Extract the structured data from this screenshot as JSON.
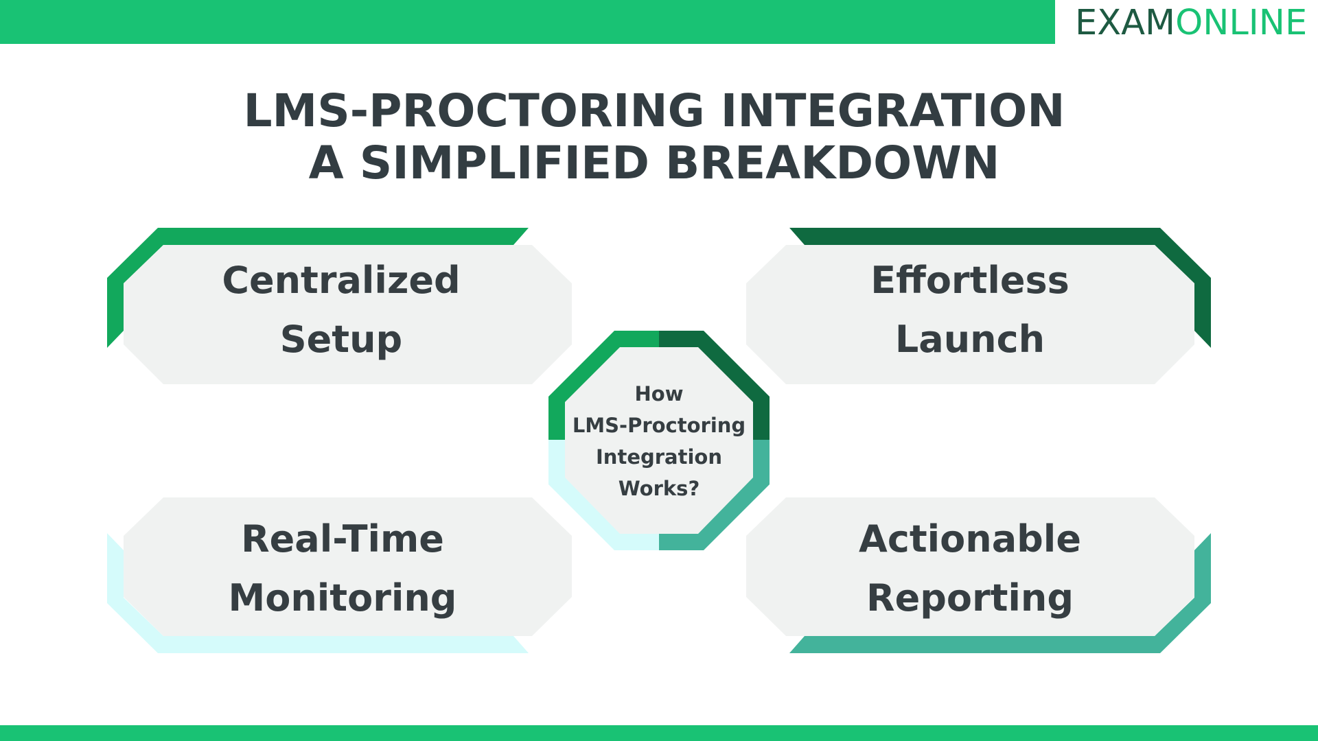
{
  "brand": {
    "logo_part1": "EXAM",
    "logo_part2": "ONLINE",
    "dark_color": "#1e5a42",
    "accent_color": "#19c274"
  },
  "title": {
    "line1": "LMS-PROCTORING INTEGRATION",
    "line2": "A SIMPLIFIED BREAKDOWN"
  },
  "center": {
    "line1": "How",
    "line2": "LMS-Proctoring",
    "line3": "Integration",
    "line4": "Works?"
  },
  "steps": [
    {
      "line1": "Centralized",
      "line2": "Setup",
      "accent": "#12a85c"
    },
    {
      "line1": "Effortless",
      "line2": "Launch",
      "accent": "#0f6a40"
    },
    {
      "line1": "Real-Time",
      "line2": "Monitoring",
      "accent": "#d5fbfb"
    },
    {
      "line1": "Actionable",
      "line2": "Reporting",
      "accent": "#43b39b"
    }
  ],
  "colors": {
    "card_fill": "#f0f2f1",
    "text": "#363e42"
  }
}
